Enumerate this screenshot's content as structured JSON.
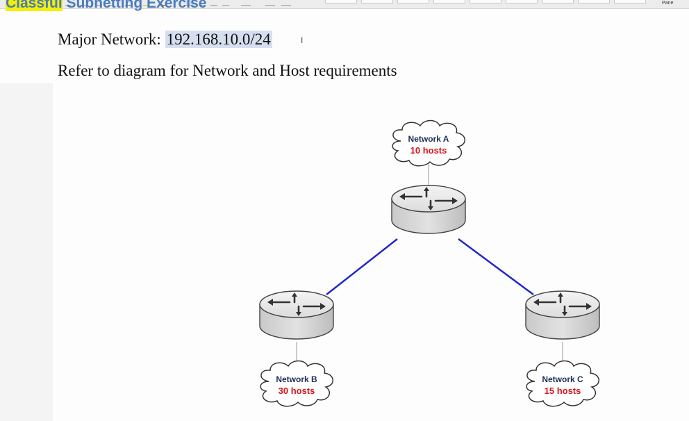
{
  "toolbar": {
    "pane_label": "Pane"
  },
  "document": {
    "title_part1": "Classful",
    "title_part2": " Subnetting Exercise",
    "major_label": "Major Network: ",
    "major_network": "192.168.10.0/24",
    "requirement_text": "Refer to diagram for Network and Host requirements"
  },
  "diagram": {
    "networks": [
      {
        "name": "Network A",
        "hosts": "10 hosts"
      },
      {
        "name": "Network B",
        "hosts": "30 hosts"
      },
      {
        "name": "Network C",
        "hosts": "15 hosts"
      }
    ],
    "colors": {
      "link": "#1f27c8",
      "host_text": "#d8141c",
      "cloud_text": "#1e2f57"
    }
  }
}
